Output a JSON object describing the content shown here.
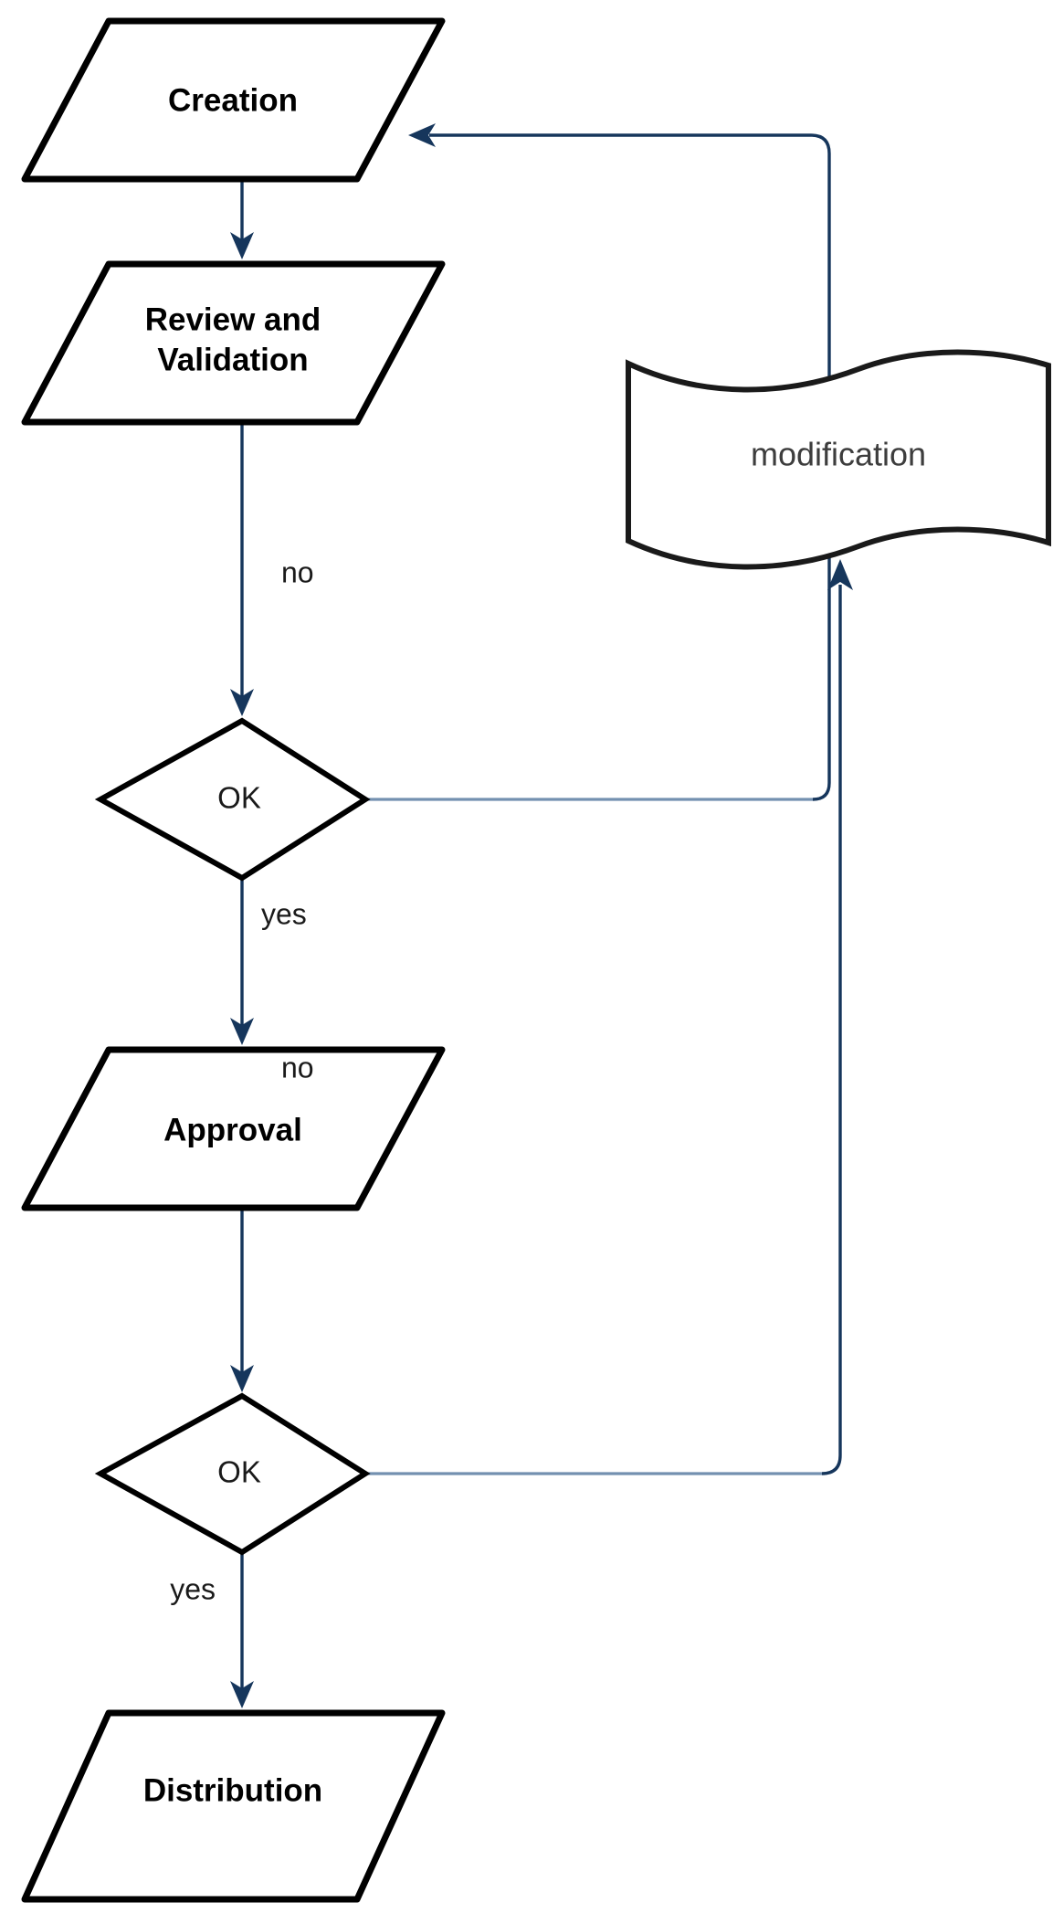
{
  "diagram": {
    "title": "Document lifecycle flowchart",
    "type": "flowchart",
    "colors": {
      "background": "#ffffff",
      "node_stroke": "#000000",
      "node_fill": "#ffffff",
      "arrow": "#16365C",
      "no_branch_line": "#7390B0",
      "node_text": "#000000",
      "document_text": "#3d3d3d"
    },
    "nodes": [
      {
        "id": "creation",
        "label": "Creation",
        "shape": "parallelogram"
      },
      {
        "id": "review",
        "label": "Review and\nValidation",
        "shape": "parallelogram",
        "line1": "Review and",
        "line2": "Validation"
      },
      {
        "id": "ok1",
        "label": "OK",
        "shape": "diamond"
      },
      {
        "id": "approval",
        "label": "Approval",
        "shape": "parallelogram"
      },
      {
        "id": "ok2",
        "label": "OK",
        "shape": "diamond"
      },
      {
        "id": "distribution",
        "label": "Distribution",
        "shape": "parallelogram"
      },
      {
        "id": "modification",
        "label": "modification",
        "shape": "document-wave"
      }
    ],
    "edges": [
      {
        "id": "e1",
        "from": "creation",
        "to": "review",
        "label": ""
      },
      {
        "id": "e2",
        "from": "review",
        "to": "ok1",
        "label": ""
      },
      {
        "id": "e3",
        "from": "ok1",
        "to": "approval",
        "label": "yes"
      },
      {
        "id": "e4",
        "from": "ok1",
        "to": "creation",
        "label": "no"
      },
      {
        "id": "e5",
        "from": "approval",
        "to": "ok2",
        "label": ""
      },
      {
        "id": "e6",
        "from": "ok2",
        "to": "distribution",
        "label": "yes"
      },
      {
        "id": "e7",
        "from": "ok2",
        "to": "modification",
        "label": "no"
      }
    ],
    "edge_labels": {
      "ok1_yes": "yes",
      "ok1_no": "no",
      "ok2_yes": "yes",
      "ok2_no": "no"
    }
  }
}
